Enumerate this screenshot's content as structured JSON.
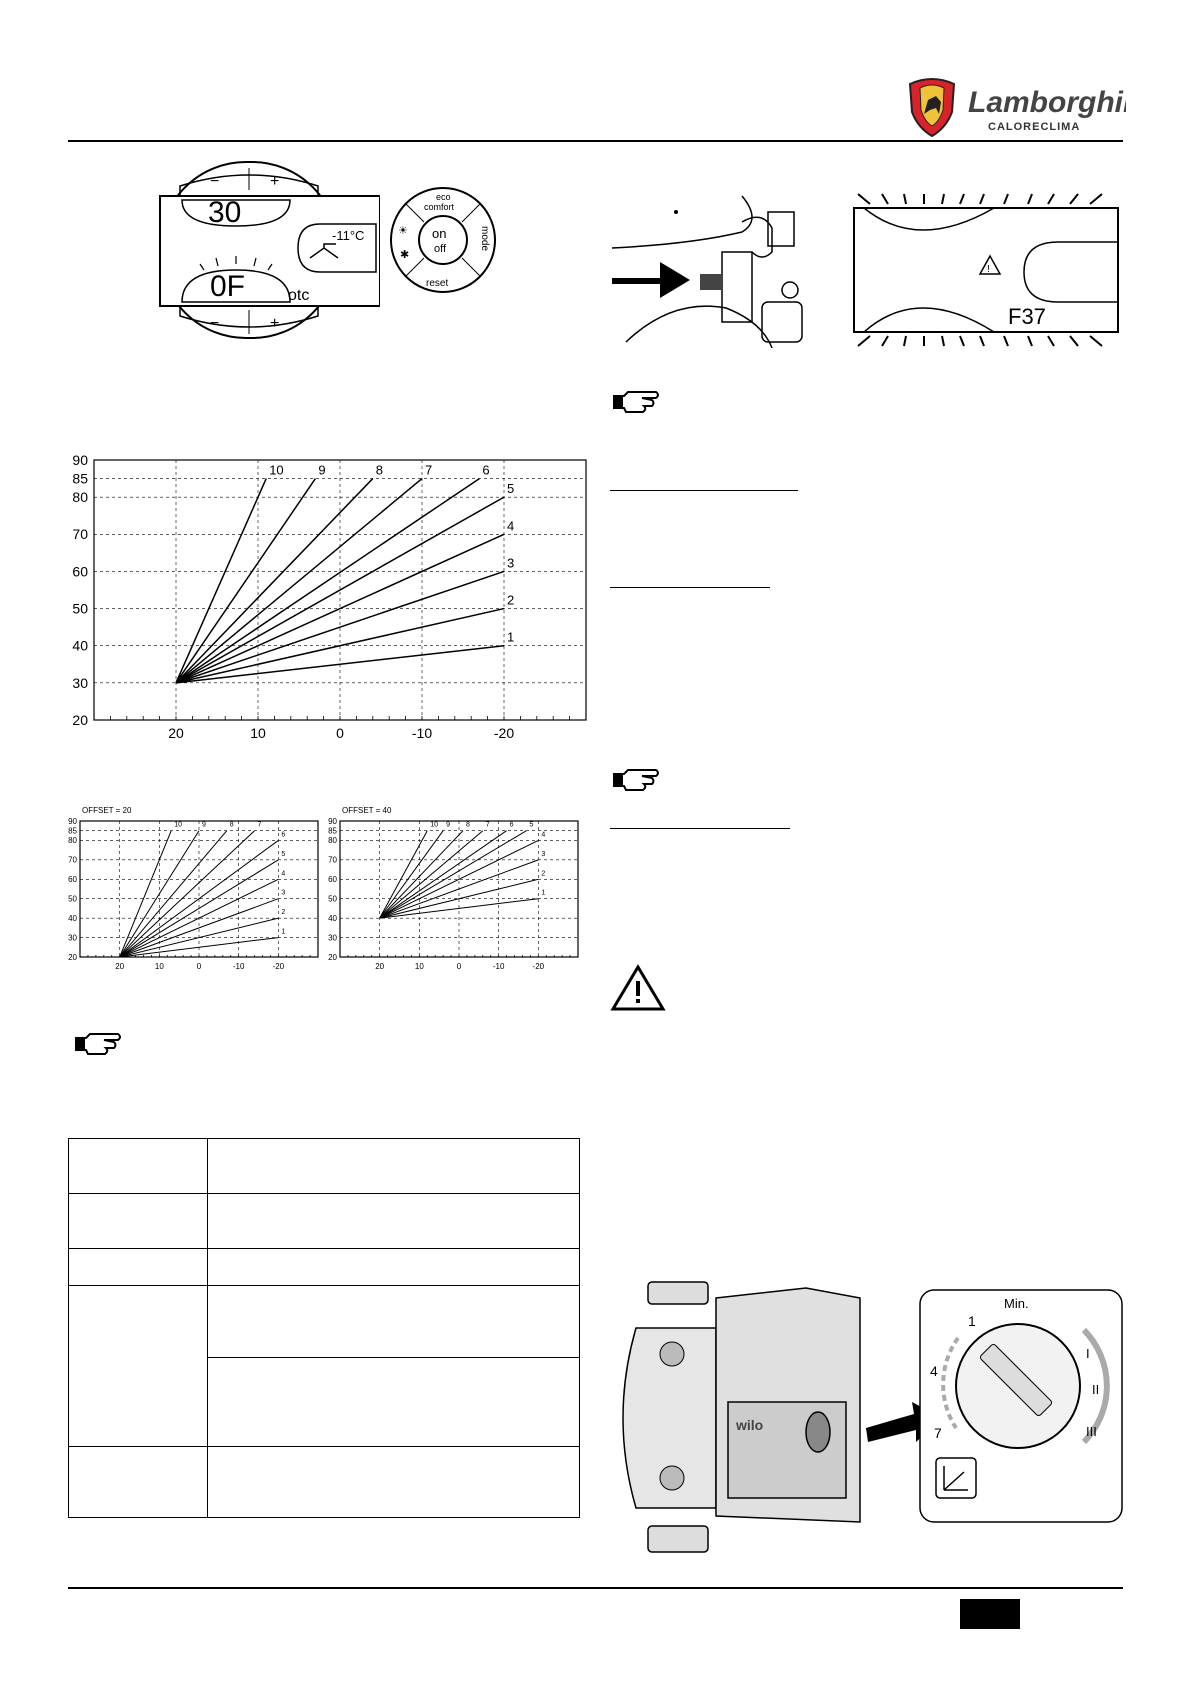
{
  "brand": {
    "name": "Lamborghini",
    "sub": "CALORECLIMA"
  },
  "panel_display": {
    "upper_value": "30",
    "lower_value": "0F",
    "outdoor_temp": "-11°C",
    "mode_label": "otc",
    "minus": "−",
    "plus": "+"
  },
  "control_knob": {
    "top_label_1": "eco",
    "top_label_2": "comfort",
    "center_1": "on",
    "center_2": "off",
    "side_label": "mode",
    "bottom_label": "reset"
  },
  "fault_display": {
    "code": "F37"
  },
  "pump_dial": {
    "brand": "wilo",
    "min_label": "Min.",
    "left_marks": [
      "1",
      "4",
      "7"
    ],
    "right_marks": [
      "I",
      "II",
      "III"
    ]
  },
  "chart_data": [
    {
      "type": "line",
      "title": "",
      "xlabel": "",
      "ylabel": "",
      "x_ticks": [
        "20",
        "10",
        "0",
        "-10",
        "-20"
      ],
      "y_ticks": [
        "20",
        "30",
        "40",
        "50",
        "60",
        "70",
        "80",
        "85",
        "90"
      ],
      "xlim": [
        30,
        -30
      ],
      "ylim": [
        20,
        90
      ],
      "x_reversed": true,
      "grid": true,
      "origin": [
        20,
        30
      ],
      "series": [
        {
          "name": "1",
          "end": [
            -20,
            40
          ]
        },
        {
          "name": "2",
          "end": [
            -20,
            50
          ]
        },
        {
          "name": "3",
          "end": [
            -20,
            60
          ]
        },
        {
          "name": "4",
          "end": [
            -20,
            70
          ]
        },
        {
          "name": "5",
          "end": [
            -20,
            80
          ]
        },
        {
          "name": "6",
          "end": [
            -17,
            85
          ]
        },
        {
          "name": "7",
          "end": [
            -10,
            85
          ]
        },
        {
          "name": "8",
          "end": [
            -4,
            85
          ]
        },
        {
          "name": "9",
          "end": [
            3,
            85
          ]
        },
        {
          "name": "10",
          "end": [
            9,
            85
          ]
        }
      ]
    },
    {
      "type": "line",
      "title": "OFFSET = 20",
      "x_ticks": [
        "20",
        "10",
        "0",
        "-10",
        "-20"
      ],
      "y_ticks": [
        "20",
        "30",
        "40",
        "50",
        "60",
        "70",
        "80",
        "85",
        "90"
      ],
      "xlim": [
        30,
        -30
      ],
      "ylim": [
        20,
        90
      ],
      "x_reversed": true,
      "grid": true,
      "origin": [
        20,
        20
      ],
      "series": [
        {
          "name": "1",
          "end": [
            -20,
            30
          ]
        },
        {
          "name": "2",
          "end": [
            -20,
            40
          ]
        },
        {
          "name": "3",
          "end": [
            -20,
            50
          ]
        },
        {
          "name": "4",
          "end": [
            -20,
            60
          ]
        },
        {
          "name": "5",
          "end": [
            -20,
            70
          ]
        },
        {
          "name": "6",
          "end": [
            -20,
            80
          ]
        },
        {
          "name": "7",
          "end": [
            -14,
            85
          ]
        },
        {
          "name": "8",
          "end": [
            -7,
            85
          ]
        },
        {
          "name": "9",
          "end": [
            0,
            85
          ]
        },
        {
          "name": "10",
          "end": [
            7,
            85
          ]
        }
      ]
    },
    {
      "type": "line",
      "title": "OFFSET = 40",
      "x_ticks": [
        "20",
        "10",
        "0",
        "-10",
        "-20"
      ],
      "y_ticks": [
        "20",
        "30",
        "40",
        "50",
        "60",
        "70",
        "80",
        "85",
        "90"
      ],
      "xlim": [
        30,
        -30
      ],
      "ylim": [
        20,
        90
      ],
      "x_reversed": true,
      "grid": true,
      "origin": [
        20,
        40
      ],
      "series": [
        {
          "name": "1",
          "end": [
            -20,
            50
          ]
        },
        {
          "name": "2",
          "end": [
            -20,
            60
          ]
        },
        {
          "name": "3",
          "end": [
            -20,
            70
          ]
        },
        {
          "name": "4",
          "end": [
            -20,
            80
          ]
        },
        {
          "name": "5",
          "end": [
            -17,
            85
          ]
        },
        {
          "name": "6",
          "end": [
            -12,
            85
          ]
        },
        {
          "name": "7",
          "end": [
            -6,
            85
          ]
        },
        {
          "name": "8",
          "end": [
            -1,
            85
          ]
        },
        {
          "name": "9",
          "end": [
            4,
            85
          ]
        },
        {
          "name": "10",
          "end": [
            8,
            85
          ]
        }
      ]
    }
  ]
}
